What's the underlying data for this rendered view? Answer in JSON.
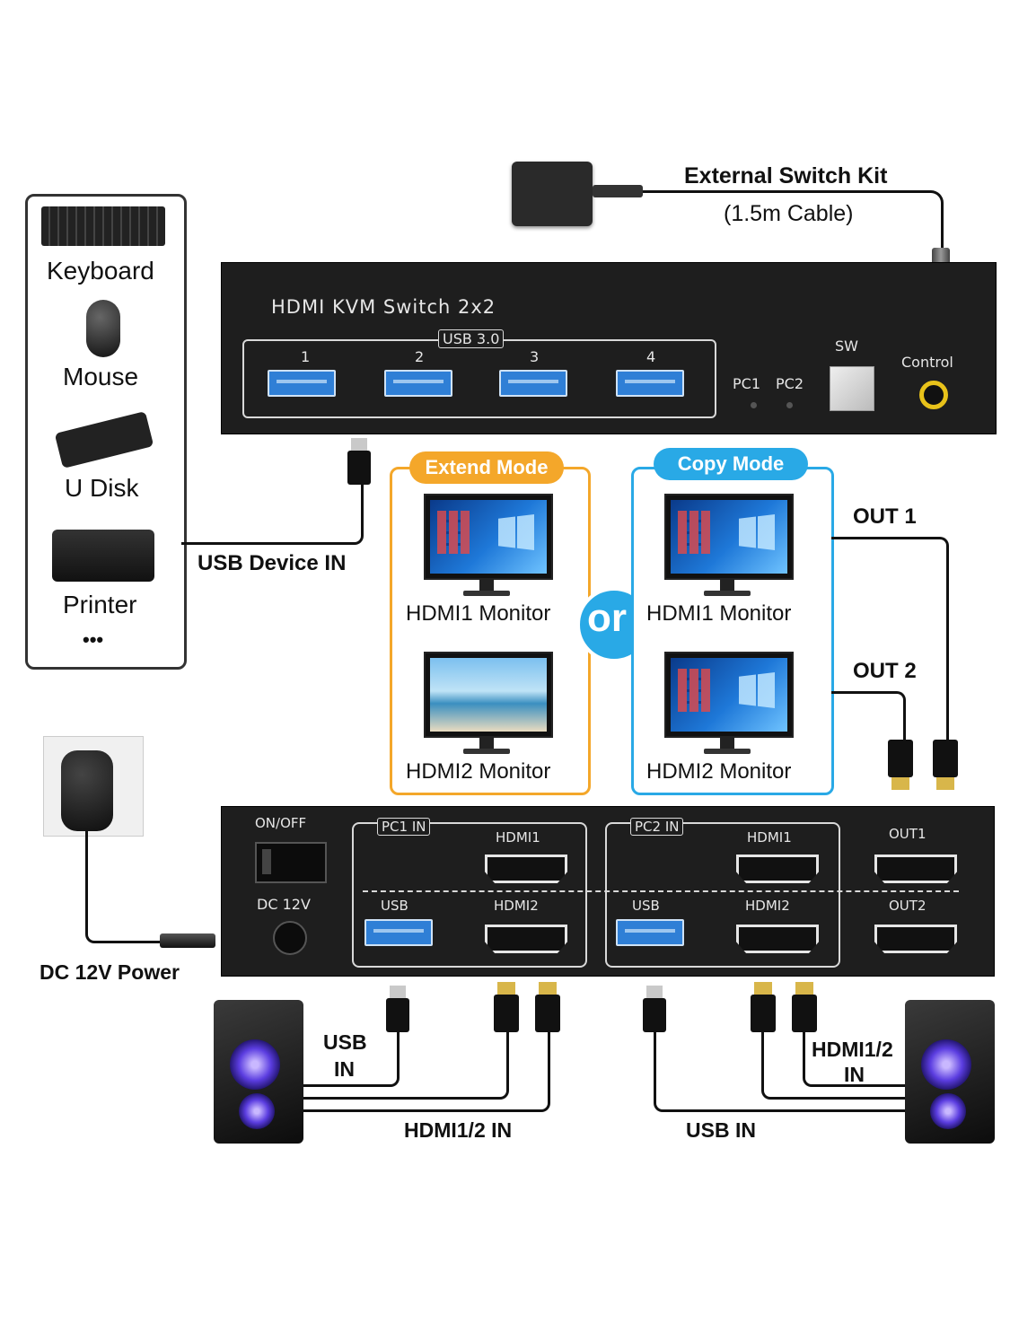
{
  "external_switch": {
    "title": "External Switch Kit",
    "cable": "(1.5m Cable)"
  },
  "devices": {
    "items": [
      "Keyboard",
      "Mouse",
      "U Disk",
      "Printer",
      "•••"
    ],
    "connection_label": "USB Device IN"
  },
  "front_panel": {
    "title": "HDMI KVM Switch 2x2",
    "usb_group_label": "USB 3.0",
    "usb_ports": [
      "1",
      "2",
      "3",
      "4"
    ],
    "pc_indicators": [
      "PC1",
      "PC2"
    ],
    "sw_label": "SW",
    "control_label": "Control"
  },
  "extend_mode": {
    "title": "Extend Mode",
    "monitors": [
      "HDMI1 Monitor",
      "HDMI2 Monitor"
    ]
  },
  "or_label": "or",
  "copy_mode": {
    "title": "Copy Mode",
    "monitors": [
      "HDMI1 Monitor",
      "HDMI2 Monitor"
    ]
  },
  "outputs": {
    "out1": "OUT 1",
    "out2": "OUT 2"
  },
  "rear_panel": {
    "power_switch": "ON/OFF",
    "dc_label": "DC 12V",
    "pc1_group": "PC1 IN",
    "pc2_group": "PC2 IN",
    "hdmi1": "HDMI1",
    "hdmi2": "HDMI2",
    "usb": "USB",
    "out1": "OUT1",
    "out2": "OUT2"
  },
  "power": {
    "label": "DC 12V Power"
  },
  "bottom_labels": {
    "left_usb_line1": "USB",
    "left_usb_line2": "IN",
    "left_hdmi": "HDMI1/2 IN",
    "right_usb": "USB IN",
    "right_hdmi_line1": "HDMI1/2",
    "right_hdmi_line2": "IN"
  },
  "colors": {
    "extend_accent": "#f4a72a",
    "copy_accent": "#29a9e6",
    "panel": "#1e1e1e",
    "usb_blue": "#2f7fd6"
  }
}
